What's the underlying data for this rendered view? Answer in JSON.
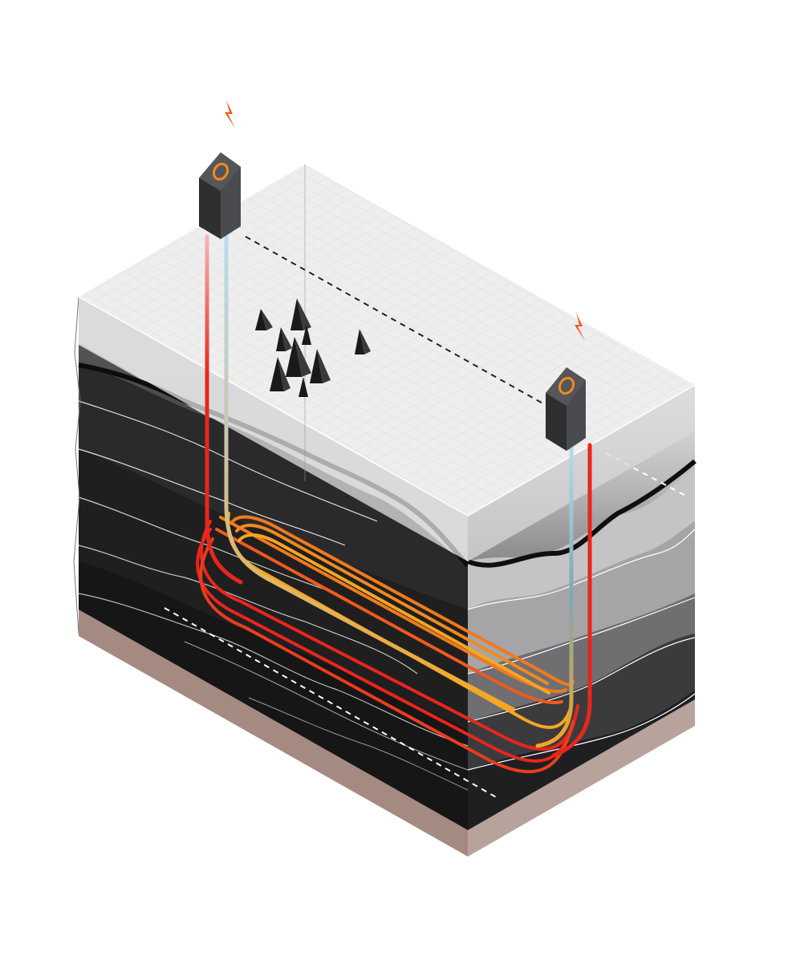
{
  "diagram": {
    "colors": {
      "background": "#ffffff",
      "surface_top": "#eeeeee",
      "surface_grid": "#d6d6d6",
      "rock_light": "#9a9a9a",
      "rock_mid": "#4a4a4c",
      "rock_dark": "#262628",
      "rock_deepest": "#141414",
      "soil_base": "#a58a82",
      "pipe_hot": "#e8261c",
      "pipe_warm": "#f07a1e",
      "pipe_amber": "#f5a623",
      "pipe_cold": "#a9d3ea",
      "building": "#3f4043",
      "building_ring": "#f08a1e",
      "lightning": "#f05a1e",
      "fracture_marks": "#1a1a1a"
    },
    "icons": {
      "left_power": "lightning-bolt-icon",
      "right_power": "lightning-bolt-icon",
      "left_plant": "power-plant-building-icon",
      "right_plant": "power-plant-building-icon",
      "seismic": "seismic-spike-icon"
    },
    "components": [
      "injection-well",
      "production-well",
      "closed-loop-laterals",
      "rock-strata",
      "surface-layer"
    ]
  }
}
